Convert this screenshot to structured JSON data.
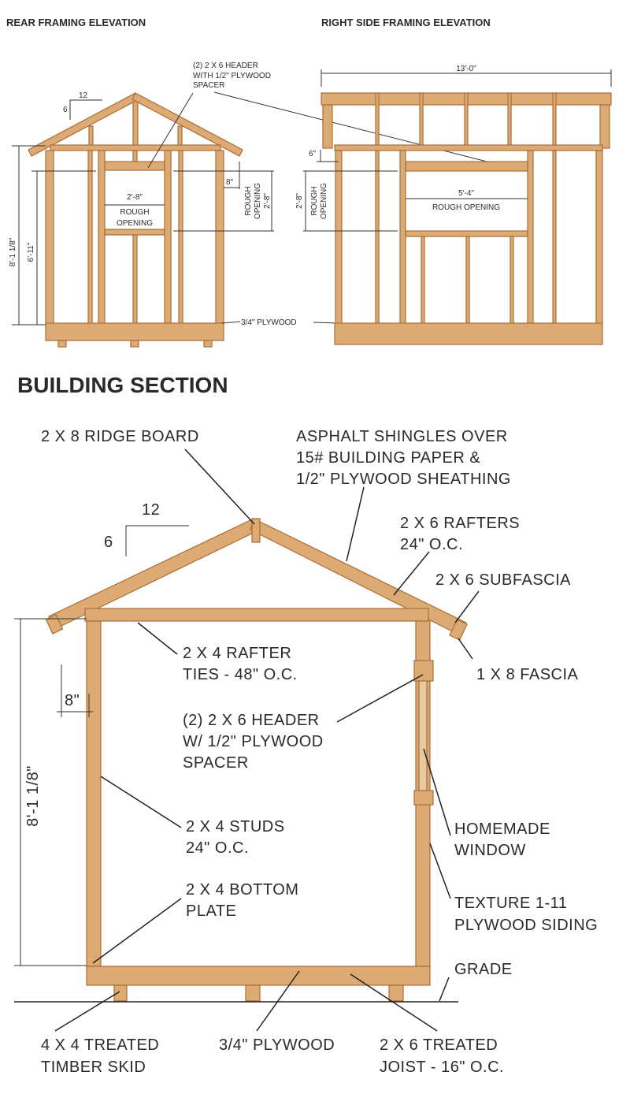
{
  "rear": {
    "title": "REAR FRAMING ELEVATION",
    "pitch_run": "12",
    "pitch_rise": "6",
    "header_label": [
      "(2) 2 X 6 HEADER",
      "WITH 1/2\" PLYWOOD",
      "SPACER"
    ],
    "door_width": "2'-8\"",
    "door_opening": [
      "ROUGH",
      "OPENING"
    ],
    "overall_height": "8'-1 1/8\"",
    "door_height": "6'-11\"",
    "offset": "8\"",
    "window_rough": [
      "ROUGH",
      "OPENING"
    ],
    "window_height": "2'-8\"",
    "floor_label": "3/4\" PLYWOOD"
  },
  "right": {
    "title": "RIGHT SIDE FRAMING ELEVATION",
    "length": "13'-0\"",
    "offset": "6\"",
    "window_height": "2'-8\"",
    "window_rough": [
      "ROUGH",
      "OPENING"
    ],
    "window_width": "5'-4\"",
    "window_opening": "ROUGH OPENING"
  },
  "section": {
    "title": "BUILDING SECTION",
    "pitch_run": "12",
    "pitch_rise": "6",
    "overall_height": "8'-1 1/8\"",
    "offset": "8\"",
    "labels": {
      "ridge": [
        "2 X 8 RIDGE BOARD"
      ],
      "shingles": [
        "ASPHALT SHINGLES OVER",
        "15# BUILDING PAPER &",
        "1/2\" PLYWOOD SHEATHING"
      ],
      "rafters": [
        "2 X 6 RAFTERS",
        "24\" O.C."
      ],
      "subfascia": [
        "2 X 6 SUBFASCIA"
      ],
      "fascia": [
        "1 X 8 FASCIA"
      ],
      "ties": [
        "2 X 4 RAFTER",
        "TIES - 48\" O.C."
      ],
      "header": [
        "(2) 2 X 6 HEADER",
        "W/ 1/2\" PLYWOOD",
        "SPACER"
      ],
      "studs": [
        "2 X 4 STUDS",
        "24\" O.C."
      ],
      "window": [
        "HOMEMADE",
        "WINDOW"
      ],
      "bottom_plate": [
        "2 X 4 BOTTOM",
        "PLATE"
      ],
      "siding": [
        "TEXTURE 1-11",
        "PLYWOOD SIDING"
      ],
      "grade": [
        "GRADE"
      ],
      "skid": [
        "4 X 4 TREATED",
        "TIMBER SKID"
      ],
      "plywood": [
        "3/4\" PLYWOOD"
      ],
      "joist": [
        "2 X 6 TREATED",
        "JOIST - 16\" O.C."
      ]
    }
  },
  "colors": {
    "wood": "#dcaa72",
    "wood_edge": "#a86f38",
    "ink": "#2a2a2a"
  }
}
